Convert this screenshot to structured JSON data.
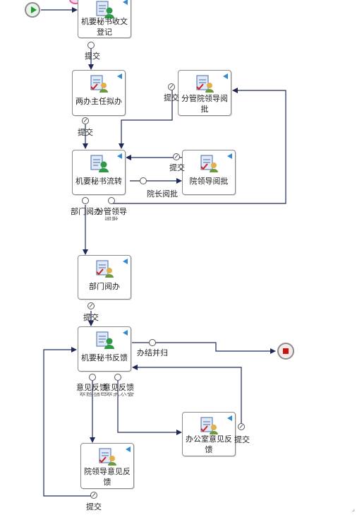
{
  "nodes": {
    "secretary_register": "机要秘书收文登记",
    "office_director": "两办主任拟办",
    "leader_review": "分管院领导阅批",
    "secretary_transfer": "机要秘书流转",
    "president_review": "院领导阅批",
    "dept_review": "部门阅办",
    "secretary_feedback": "机要秘书反馈",
    "office_opinion": "办公室意见反馈",
    "leader_opinion": "院领导意见反馈"
  },
  "edges": {
    "submit_1": "提交",
    "submit_2": "提交",
    "submit_3": "提交",
    "submit_4": "提交",
    "submit_5": "提交",
    "submit_6": "提交",
    "submit_7": "提交",
    "president_review_link": "院长阅批",
    "dept_review_link": "部门阅办",
    "leader_link": "分管领导",
    "leader_link_cut": "阅批",
    "finish_archive": "办结并归",
    "opinion_leader": "意见反馈",
    "opinion_leader_cut": "至院领导",
    "opinion_office": "意见反馈",
    "opinion_office_cut": "至办公室"
  },
  "colors": {
    "line": "#1f2a5a",
    "node_border": "#8a8a8a",
    "start": "#1f9a2c",
    "end": "#cc1111"
  },
  "icons": [
    "document-user-icon",
    "document-check-user-icon",
    "flag-icon",
    "start-icon",
    "end-icon"
  ]
}
